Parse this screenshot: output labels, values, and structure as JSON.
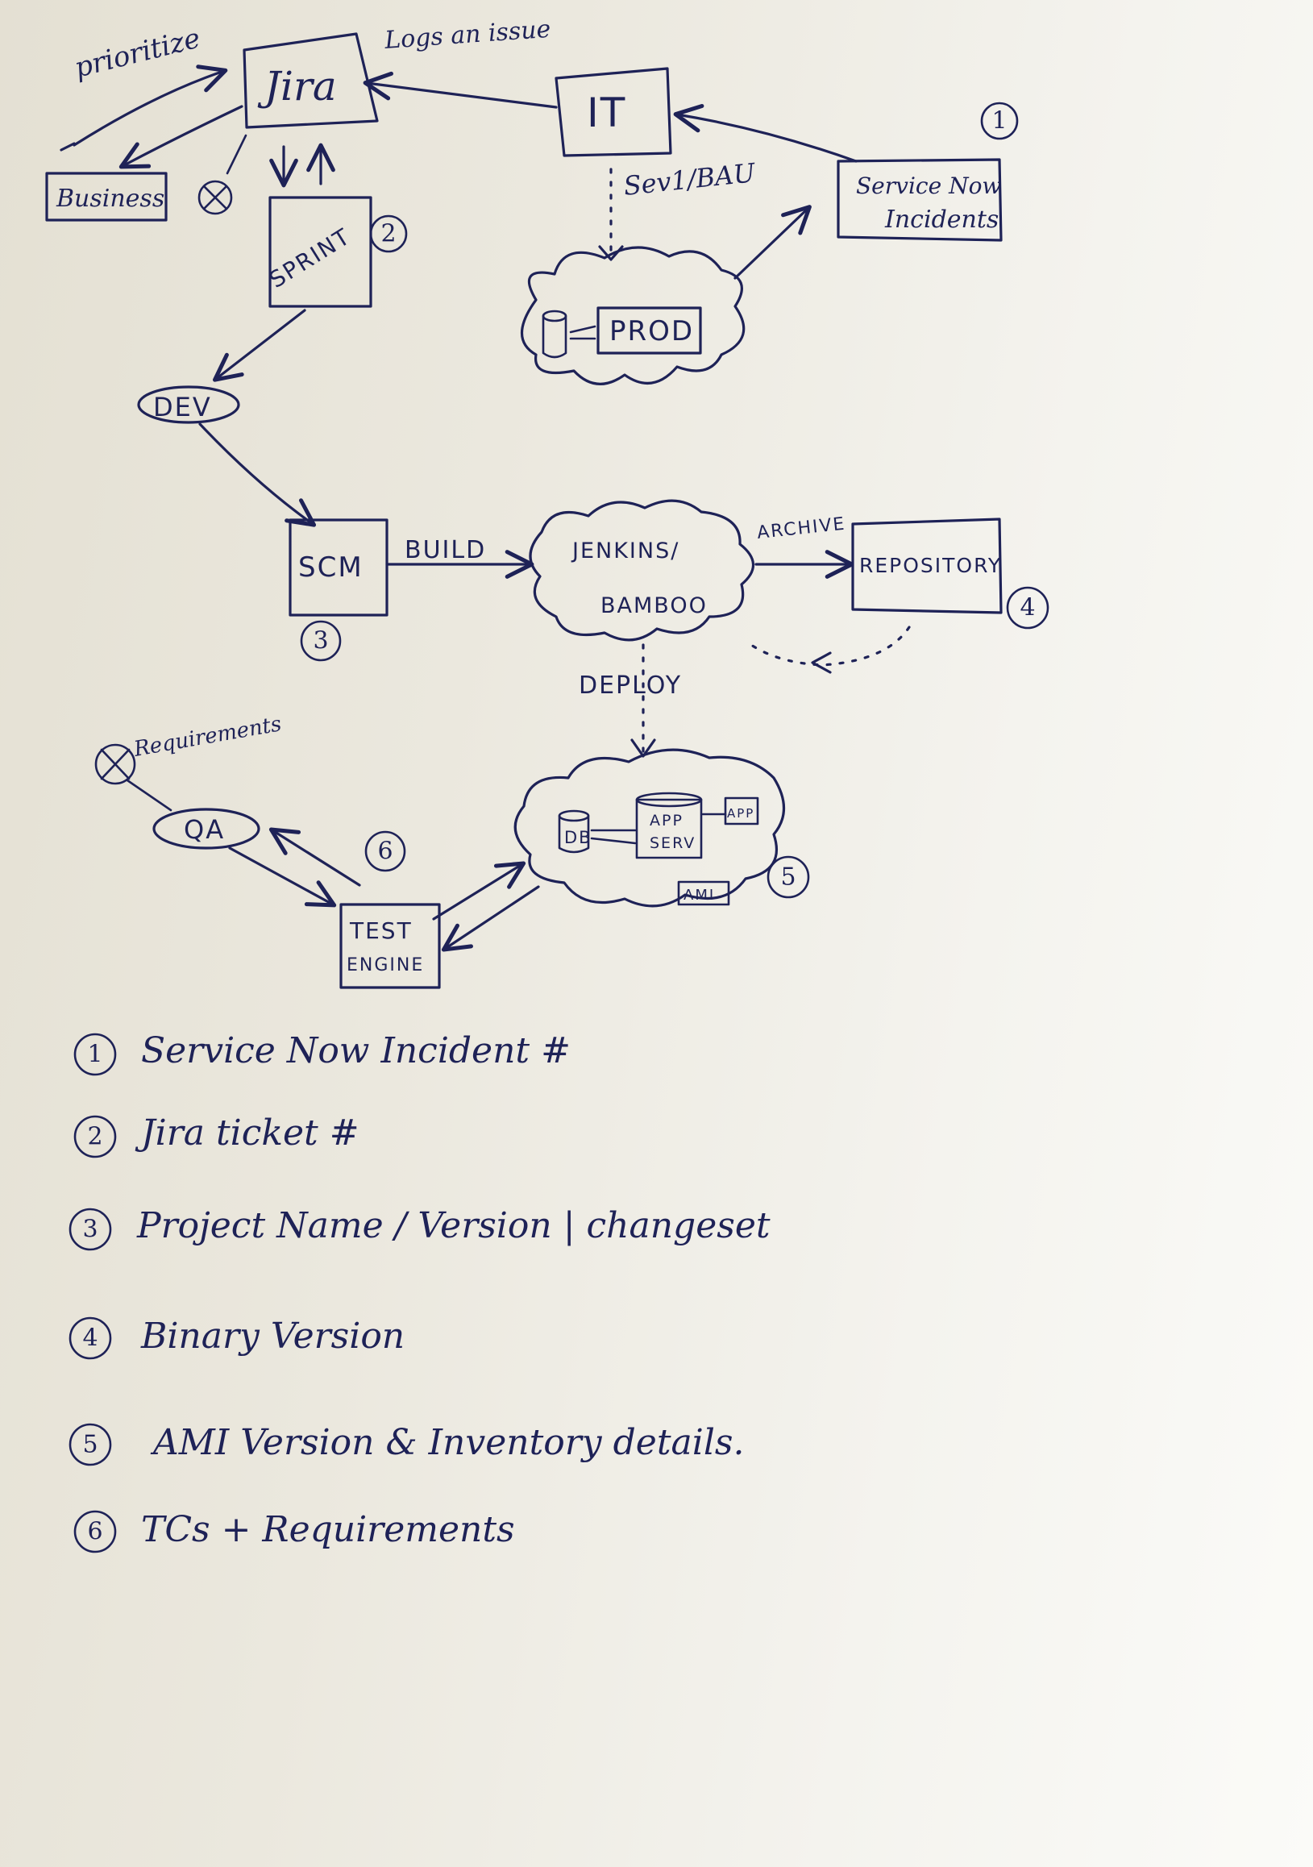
{
  "nodes": {
    "jira": "Jira",
    "business": "Business",
    "it": "IT",
    "service_now": [
      "Service Now",
      "Incidents"
    ],
    "sprint": "SPRINT",
    "prod": "PROD",
    "dev": "DEV",
    "scm": "SCM",
    "jenkins": [
      "JENKINS/",
      "BAMBOO"
    ],
    "repository": "REPOSITORY",
    "qa": "QA",
    "test_engine": [
      "TEST",
      "ENGINE"
    ],
    "db": "DB",
    "app_serv": [
      "APP",
      "SERV"
    ],
    "app": "APP",
    "ami": "AMI"
  },
  "edge_labels": {
    "prioritize": "prioritize",
    "logs_issue": "Logs an issue",
    "sev_bau": "Sev1/BAU",
    "build": "BUILD",
    "archive": "ARCHIVE",
    "deploy": "DEPLOY",
    "requirements": "Requirements"
  },
  "markers": {
    "n1": "1",
    "n2": "2",
    "n3": "3",
    "n4": "4",
    "n5": "5",
    "n6": "6"
  },
  "legend": [
    {
      "num": "1",
      "text": "Service Now Incident #"
    },
    {
      "num": "2",
      "text": "Jira ticket #"
    },
    {
      "num": "3",
      "text": "Project Name / Version | changeset"
    },
    {
      "num": "4",
      "text": "Binary Version"
    },
    {
      "num": "5",
      "text": "AMI Version & Inventory details."
    },
    {
      "num": "6",
      "text": "TCs + Requirements"
    }
  ]
}
